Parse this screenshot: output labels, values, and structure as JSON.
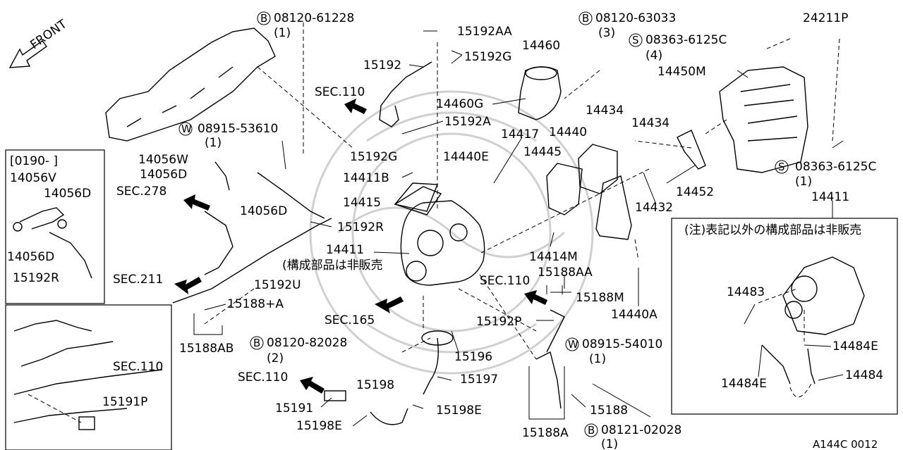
{
  "orientation": "FRONT",
  "drawing_code": "A144C 0012",
  "badges": {
    "bolt": "B",
    "screw": "S",
    "washer": "W"
  },
  "labels": {
    "bolt_08120_61228": "08120-61228",
    "qty_1a": "(1)",
    "bolt_08120_63033": "08120-63033",
    "qty_3": "(3)",
    "screw_08363_6125c_top": "08363-6125C",
    "qty_4": "(4)",
    "p24211p": "24211P",
    "p15192aa": "15192AA",
    "p15192g_top": "15192G",
    "p15192": "15192",
    "p14460": "14460",
    "p14450m": "14450M",
    "sec110_a": "SEC.110",
    "p14460g": "14460G",
    "p15192a": "15192A",
    "p14417": "14417",
    "p14434_a": "14434",
    "p14434_b": "14434",
    "p14440": "14440",
    "washer_08915_53610": "08915-53610",
    "qty_1b": "(1)",
    "p15192g_mid": "15192G",
    "p14440e": "14440E",
    "p14445": "14445",
    "screw_08363_6125c_right": "08363-6125C",
    "qty_1c": "(1)",
    "p14411_right": "14411",
    "p14056w": "14056W",
    "p14056d_a": "14056D",
    "p14411b": "14411B",
    "p14452": "14452",
    "sec278": "SEC.278",
    "p14056d_b": "14056D",
    "p14415": "14415",
    "p14432": "14432",
    "inset_note": "(注)表記以外の構成部品は非販売",
    "p15192r_main": "15192R",
    "p14414m": "14414M",
    "p14411_main": "14411",
    "assembly_note": "(構成部品は非販売",
    "sec211": "SEC.211",
    "p15192u": "15192U",
    "sec110_b": "SEC.110",
    "p15188aa": "15188AA",
    "p14483": "14483",
    "p15188_a": "15188+A",
    "p15188m": "15188M",
    "p14440a": "14440A",
    "sec165": "SEC.165",
    "p15192p": "15192P",
    "p15188ab": "15188AB",
    "bolt_08120_82028": "08120-82028",
    "qty_2": "(2)",
    "washer_08915_54010": "08915-54010",
    "qty_1d": "(1)",
    "p14484e_a": "14484E",
    "p15196": "15196",
    "sec110_c": "SEC.110",
    "p15197": "15197",
    "p14484e_b": "14484E",
    "p14484": "14484",
    "p15198": "15198",
    "p15191": "15191",
    "p15198e_a": "15198E",
    "p15188": "15188",
    "p15198e_b": "15198E",
    "bolt_08121_02028": "08121-02028",
    "qty_1e": "(1)",
    "p15188a": "15188A",
    "inset_left_range": "[0190-    ]",
    "inset_p14056v": "14056V",
    "inset_p14056d_a": "14056D",
    "inset_p14056d_b": "14056D",
    "inset_p15192r": "15192R",
    "inset_sec110": "SEC.110",
    "inset_p15191p": "15191P"
  }
}
